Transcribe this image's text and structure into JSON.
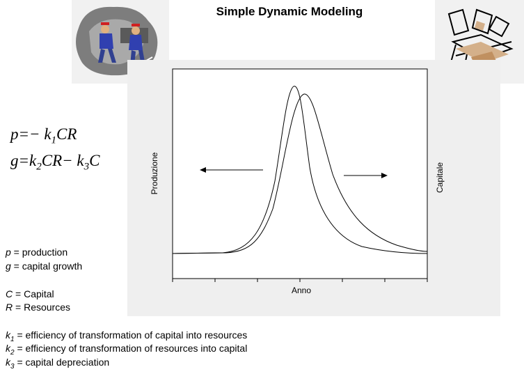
{
  "title": "Simple Dynamic Modeling",
  "equations": {
    "p": {
      "lhs": "p",
      "eq": "=",
      "minus": "− ",
      "k": "k",
      "k_sub": "1",
      "rest": "CR"
    },
    "g": {
      "lhs": "g",
      "eq": "=",
      "k": "k",
      "k_sub": "2",
      "mid": "CR",
      "minus": "− ",
      "k2": "k",
      "k2_sub": "3",
      "rest": "C"
    }
  },
  "legend": {
    "p": {
      "sym": "p",
      "text": " = production"
    },
    "g": {
      "sym": "g",
      "text": " = capital growth"
    },
    "C": {
      "sym": "C",
      "text": " = Capital"
    },
    "R": {
      "sym": "R",
      "text": " = Resources"
    },
    "k1": {
      "sym": "k",
      "sub": "1",
      "text": " = efficiency of transformation of capital into resources"
    },
    "k2": {
      "sym": "k",
      "sub": "2",
      "text": " = efficiency of transformation of resources into capital"
    },
    "k3": {
      "sym": "k",
      "sub": "3",
      "text": " = capital depreciation"
    }
  },
  "plot": {
    "xlabel": "Anno",
    "ylabel_left": "Produzione",
    "ylabel_right": "Capitale"
  },
  "icons": {
    "left": "workers-clipart-icon",
    "right": "machinery-clipart-icon"
  }
}
